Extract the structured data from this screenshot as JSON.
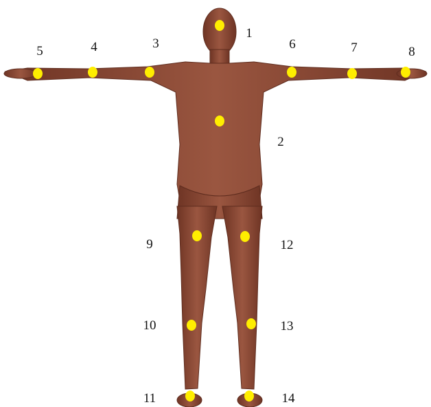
{
  "diagram": {
    "skin_color": "#8b4a36",
    "marker_color": "#ffee00",
    "joints": [
      {
        "id": "1",
        "label": "1"
      },
      {
        "id": "2",
        "label": "2"
      },
      {
        "id": "3",
        "label": "3"
      },
      {
        "id": "4",
        "label": "4"
      },
      {
        "id": "5",
        "label": "5"
      },
      {
        "id": "6",
        "label": "6"
      },
      {
        "id": "7",
        "label": "7"
      },
      {
        "id": "8",
        "label": "8"
      },
      {
        "id": "9",
        "label": "9"
      },
      {
        "id": "10",
        "label": "10"
      },
      {
        "id": "11",
        "label": "11"
      },
      {
        "id": "12",
        "label": "12"
      },
      {
        "id": "13",
        "label": "13"
      },
      {
        "id": "14",
        "label": "14"
      }
    ]
  }
}
